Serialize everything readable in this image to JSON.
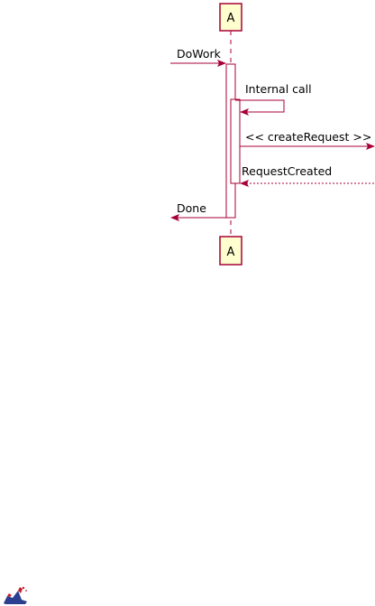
{
  "participants": [
    {
      "id": "A",
      "label": "A"
    }
  ],
  "messages": [
    {
      "label": "DoWork",
      "kind": "found-call"
    },
    {
      "label": "Internal call",
      "kind": "self-call"
    },
    {
      "label": "<< createRequest >>",
      "kind": "outgoing-call"
    },
    {
      "label": "RequestCreated",
      "kind": "incoming-return"
    },
    {
      "label": "Done",
      "kind": "return"
    }
  ],
  "colors": {
    "participant_fill": "#fefecf",
    "participant_border": "#a80036",
    "lifeline": "#a80036",
    "message_line": "#a80036",
    "activation_fill": "#ffffff"
  },
  "icons": {
    "corner_logo": "plantuml-logo-icon"
  }
}
